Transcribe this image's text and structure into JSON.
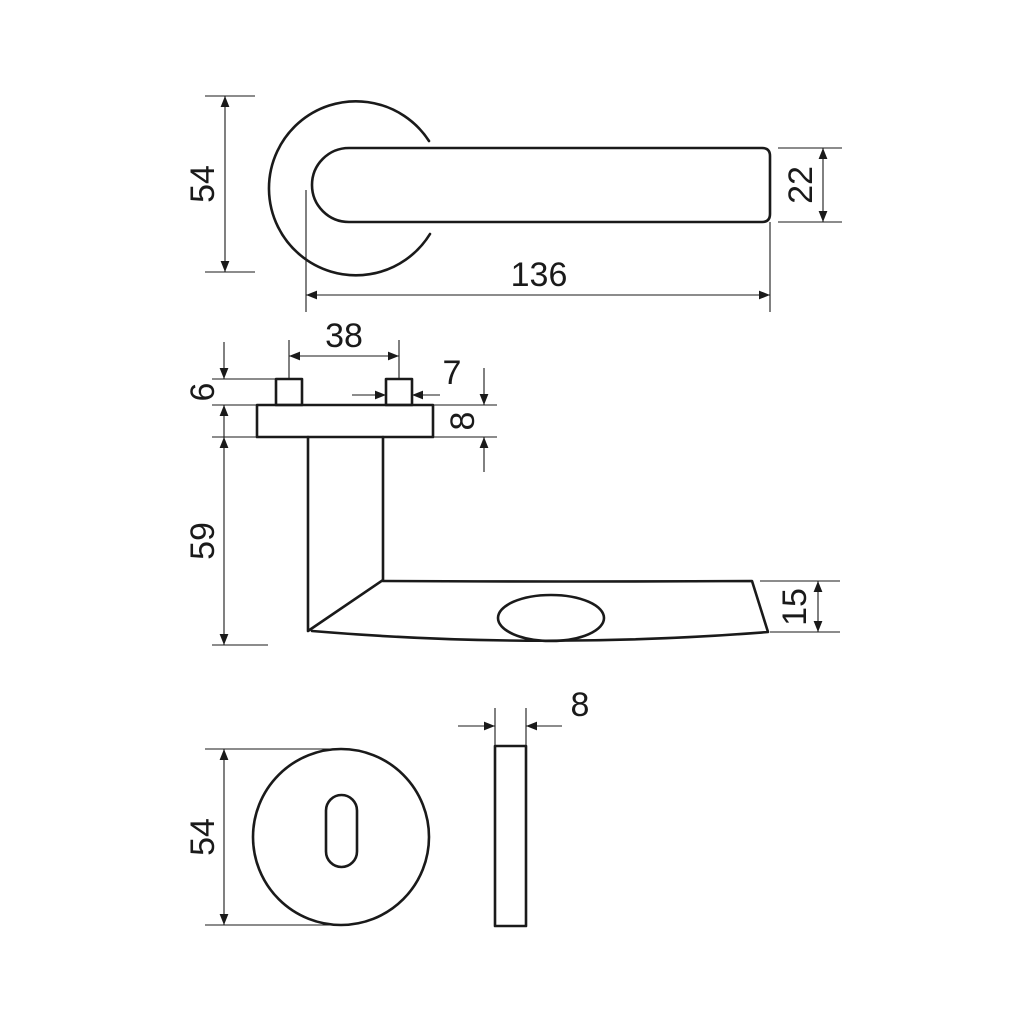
{
  "drawing": {
    "colors": {
      "line": "#1a1a1a",
      "background": "#ffffff"
    },
    "views": {
      "top": {
        "rose_diameter": "54",
        "lever_length": "136",
        "lever_thickness": "22"
      },
      "side": {
        "post_spacing": "38",
        "post_width": "7",
        "post_height": "6",
        "rose_thickness": "8",
        "projection": "59",
        "grip_thickness": "15"
      },
      "escutcheon": {
        "diameter": "54",
        "thickness": "8"
      }
    }
  }
}
